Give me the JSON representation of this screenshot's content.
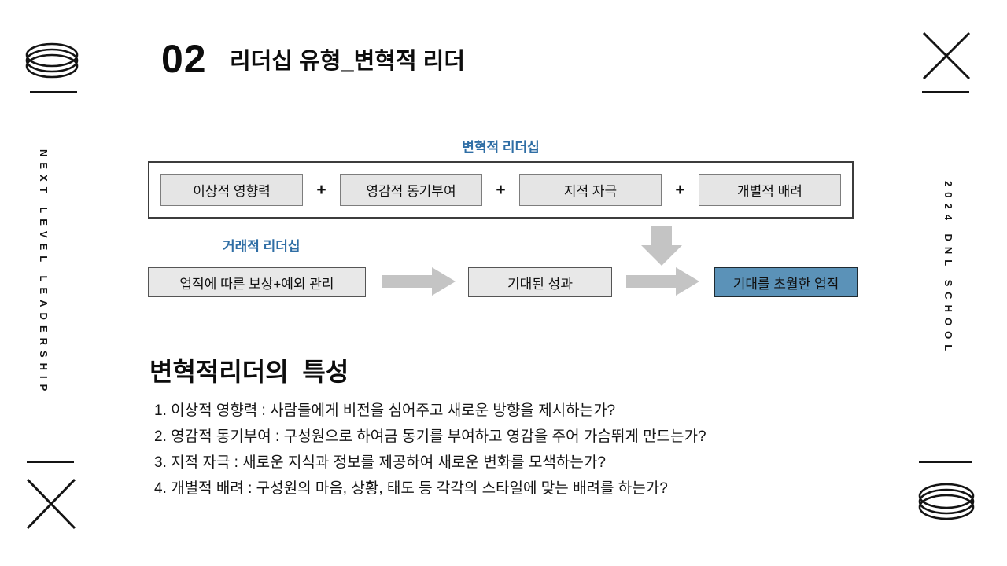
{
  "header": {
    "number": "02",
    "title": "리더십 유형_변혁적 리더"
  },
  "sidebars": {
    "left": "NEXT LEVEL LEADERSHIP",
    "right": "2024 DNL SCHOOL"
  },
  "diagram": {
    "transformational_label": "변혁적 리더십",
    "transactional_label": "거래적 리더십",
    "plus": "+",
    "top_boxes": [
      "이상적 영향력",
      "영감적 동기부여",
      "지적 자극",
      "개별적 배려"
    ],
    "flow": {
      "reward_box": "업적에 따른 보상+예외 관리",
      "expected_box": "기대된 성과",
      "beyond_box": "기대를 초월한 업적"
    }
  },
  "section": {
    "heading": "변혁적리더의  특성",
    "items": [
      "1. 이상적 영향력 : 사람들에게 비전을 심어주고 새로운 방향을 제시하는가?",
      "2. 영감적 동기부여 : 구성원으로 하여금 동기를 부여하고 영감을 주어 가슴뛰게 만드는가?",
      "3. 지적 자극 : 새로운 지식과 정보를 제공하여 새로운 변화를 모색하는가?",
      "4. 개별적 배려 : 구성원의 마음, 상황, 태도 등 각각의 스타일에 맞는 배려를 하는가?"
    ]
  },
  "icons": {
    "top_left": "ellipse-stack-icon",
    "top_right": "x-icon",
    "bottom_left": "x-icon",
    "bottom_right": "ellipse-stack-icon"
  },
  "colors": {
    "accent_blue": "#2f6ea5",
    "highlight_box_blue": "#5b92b8",
    "box_gray": "#e5e5e5",
    "arrow_gray": "#c4c4c4",
    "ink": "#111111"
  }
}
